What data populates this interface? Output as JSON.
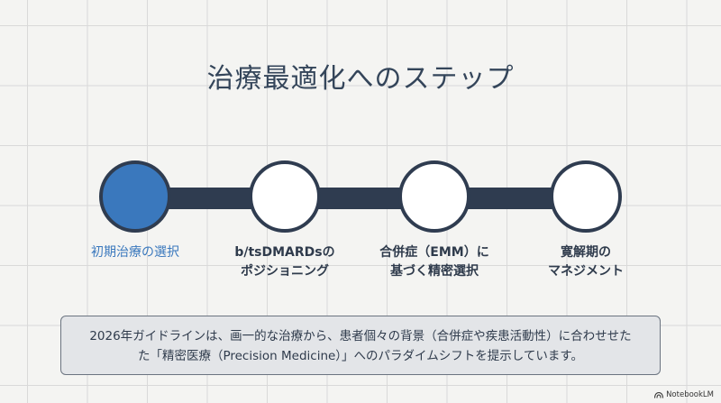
{
  "title": "治療最適化へのステップ",
  "steps": [
    {
      "line1": "初期治療の選択",
      "line2": "",
      "active": true
    },
    {
      "line1": "b/tsDMARDsの",
      "line2": "ポジショニング",
      "active": false
    },
    {
      "line1": "合併症（EMM）に",
      "line2": "基づく精密選択",
      "active": false
    },
    {
      "line1": "寛解期の",
      "line2": "マネジメント",
      "active": false
    }
  ],
  "note": {
    "line1": "2026年ガイドラインは、画一的な治療から、患者個々の背景（合併症や疾患活動性）に合わせせた",
    "line2": "た「精密医療（Precision Medicine）」へのパラダイムシフトを提示しています。"
  },
  "brand": {
    "name": "NotebookLM",
    "icon": "notebooklm-logo-icon"
  },
  "colors": {
    "active": "#3a78bd",
    "dark": "#2f3c50"
  }
}
